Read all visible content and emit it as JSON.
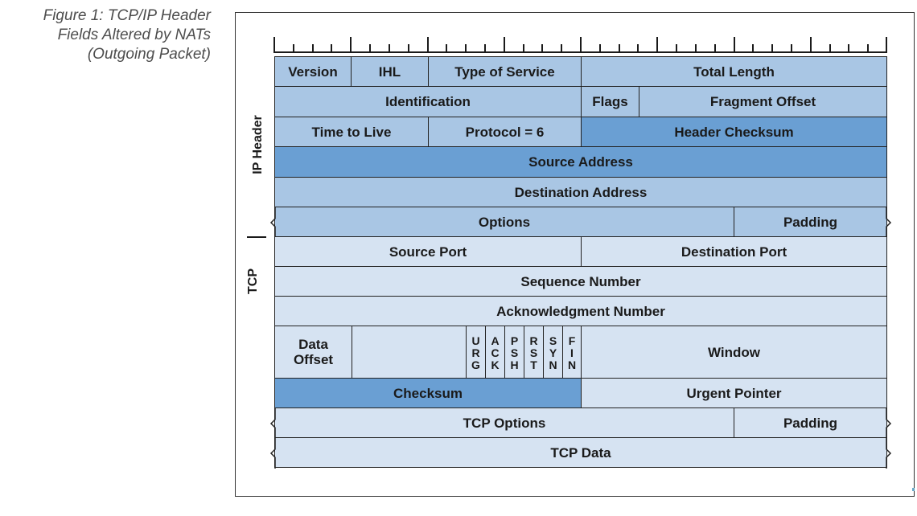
{
  "caption": [
    "Figure 1: TCP/IP Header",
    "Fields Altered by NATs",
    "(Outgoing Packet)"
  ],
  "side_labels": {
    "ip": "IP Header",
    "tcp": "TCP"
  },
  "colors": {
    "light": "#a9c6e4",
    "dark": "#6a9fd3",
    "pale": "#d6e3f2",
    "border": "#222222"
  },
  "ip_rows": {
    "row1": {
      "version": "Version",
      "ihl": "IHL",
      "tos": "Type of Service",
      "total_length": "Total Length"
    },
    "row2": {
      "identification": "Identification",
      "flags": "Flags",
      "fragment_offset": "Fragment Offset"
    },
    "row3": {
      "ttl": "Time to Live",
      "protocol": "Protocol = 6",
      "header_checksum": "Header Checksum"
    },
    "row4": {
      "source_address": "Source Address"
    },
    "row5": {
      "destination_address": "Destination Address"
    },
    "row6": {
      "options": "Options",
      "padding": "Padding"
    }
  },
  "tcp_rows": {
    "row1": {
      "source_port": "Source Port",
      "destination_port": "Destination Port"
    },
    "row2": {
      "sequence_number": "Sequence Number"
    },
    "row3": {
      "ack_number": "Acknowledgment Number"
    },
    "row4": {
      "data_offset_line1": "Data",
      "data_offset_line2": "Offset",
      "flags": [
        [
          "U",
          "R",
          "G"
        ],
        [
          "A",
          "C",
          "K"
        ],
        [
          "P",
          "S",
          "H"
        ],
        [
          "R",
          "S",
          "T"
        ],
        [
          "S",
          "Y",
          "N"
        ],
        [
          "F",
          "I",
          "N"
        ]
      ],
      "window": "Window"
    },
    "row5": {
      "checksum": "Checksum",
      "urgent_pointer": "Urgent Pointer"
    },
    "row6": {
      "tcp_options": "TCP Options",
      "padding": "Padding"
    },
    "row7": {
      "tcp_data": "TCP Data"
    }
  }
}
